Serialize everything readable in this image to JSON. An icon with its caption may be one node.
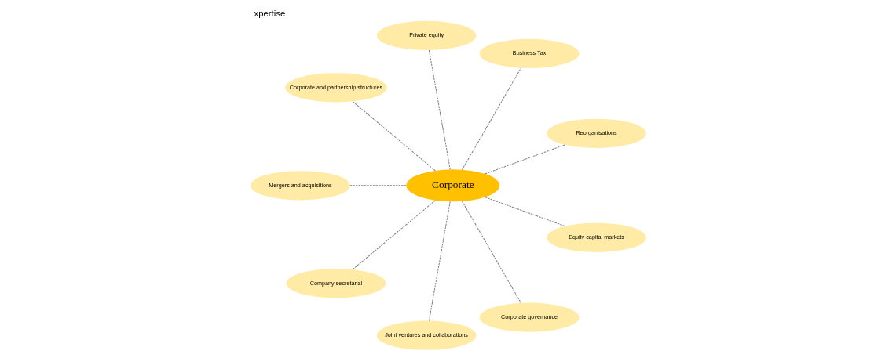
{
  "diagram": {
    "title": "xpertise",
    "nodes": [
      {
        "text": [
          "Corporate"
        ]
      },
      {
        "text": [
          "Reorganisations"
        ]
      },
      {
        "text": [
          "Business Tax"
        ]
      },
      {
        "text": [
          "Private equity"
        ]
      },
      {
        "text": [
          "Corporate and partnership structures"
        ]
      },
      {
        "text": [
          "Mergers and acquisitions"
        ]
      },
      {
        "text": [
          "Company secretarial"
        ]
      },
      {
        "text": [
          "Joint ventures and collaborations"
        ]
      },
      {
        "text": [
          "Corporate governance"
        ]
      },
      {
        "text": [
          "Equity capital markets"
        ]
      }
    ],
    "edges": [
      {
        "from": 0,
        "to": 1,
        "arrow": "none",
        "style": "dashed"
      },
      {
        "from": 0,
        "to": 2,
        "arrow": "none",
        "style": "dashed"
      },
      {
        "from": 0,
        "to": 4,
        "arrow": "none",
        "style": "dashed"
      },
      {
        "from": 0,
        "to": 6,
        "arrow": "none",
        "style": "dashed"
      },
      {
        "from": 0,
        "to": 8,
        "arrow": "none",
        "style": "dashed"
      },
      {
        "from": 0,
        "to": 9,
        "arrow": "none",
        "style": "dashed"
      },
      {
        "from": 0,
        "to": 7,
        "arrow": "none",
        "style": "dashed"
      },
      {
        "from": 0,
        "to": 5,
        "arrow": "none",
        "style": "dashed"
      },
      {
        "from": 0,
        "to": 3,
        "arrow": "none",
        "style": "dashed"
      }
    ]
  }
}
